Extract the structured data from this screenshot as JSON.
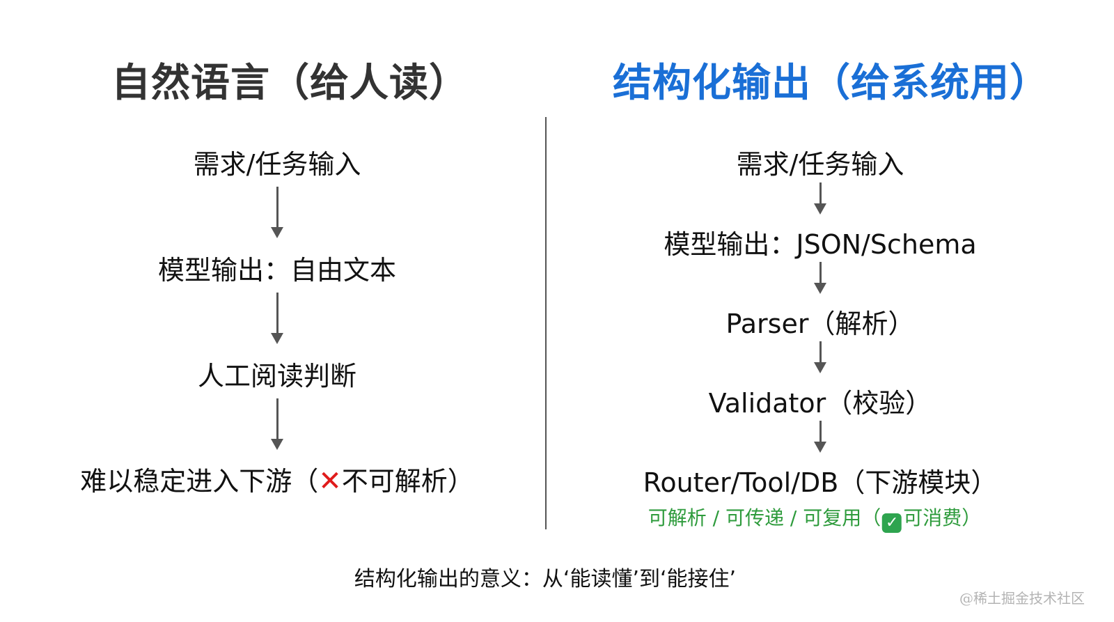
{
  "left": {
    "title": "自然语言（给人读）",
    "nodes": [
      "需求/任务输入",
      "模型输出：自由文本",
      "人工阅读判断",
      {
        "prefix": "难以稳定进入下游（",
        "icon": "cross-mark-icon",
        "suffix": "不可解析）"
      }
    ]
  },
  "right": {
    "title": "结构化输出（给系统用）",
    "nodes": [
      "需求/任务输入",
      "模型输出：JSON/Schema",
      "Parser（解析）",
      "Validator（校验）",
      "Router/Tool/DB（下游模块）"
    ],
    "benefits": {
      "prefix": "可解析 / 可传递 / 可复用（",
      "icon": "check-mark-icon",
      "suffix": "可消费）"
    }
  },
  "footer": "结构化输出的意义：从‘能读懂’到‘能接住’",
  "watermark": "@稀土掘金技术社区",
  "colors": {
    "left_title": "#333333",
    "right_title": "#1a6fd6",
    "benefits": "#2e9b3c",
    "cross": "#e01b1b",
    "arrow": "#555555"
  }
}
